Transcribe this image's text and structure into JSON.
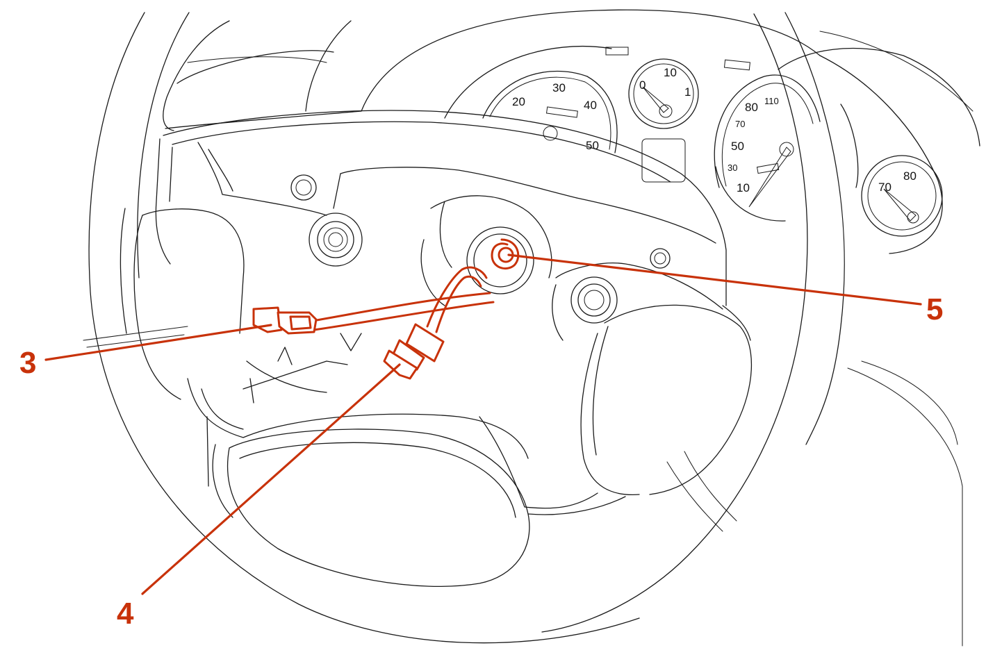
{
  "callouts": [
    {
      "id": "3",
      "label": "3"
    },
    {
      "id": "4",
      "label": "4"
    },
    {
      "id": "5",
      "label": "5"
    }
  ],
  "gauges": {
    "left": [
      "20",
      "30",
      "40",
      "50"
    ],
    "small_top": [
      "0",
      "10",
      "1"
    ],
    "speedo": [
      "80",
      "110",
      "70",
      "50",
      "30",
      "10"
    ],
    "right": [
      "70",
      "80"
    ]
  },
  "colors": {
    "accent": "#c8320a",
    "line": "#1a1a1a"
  }
}
